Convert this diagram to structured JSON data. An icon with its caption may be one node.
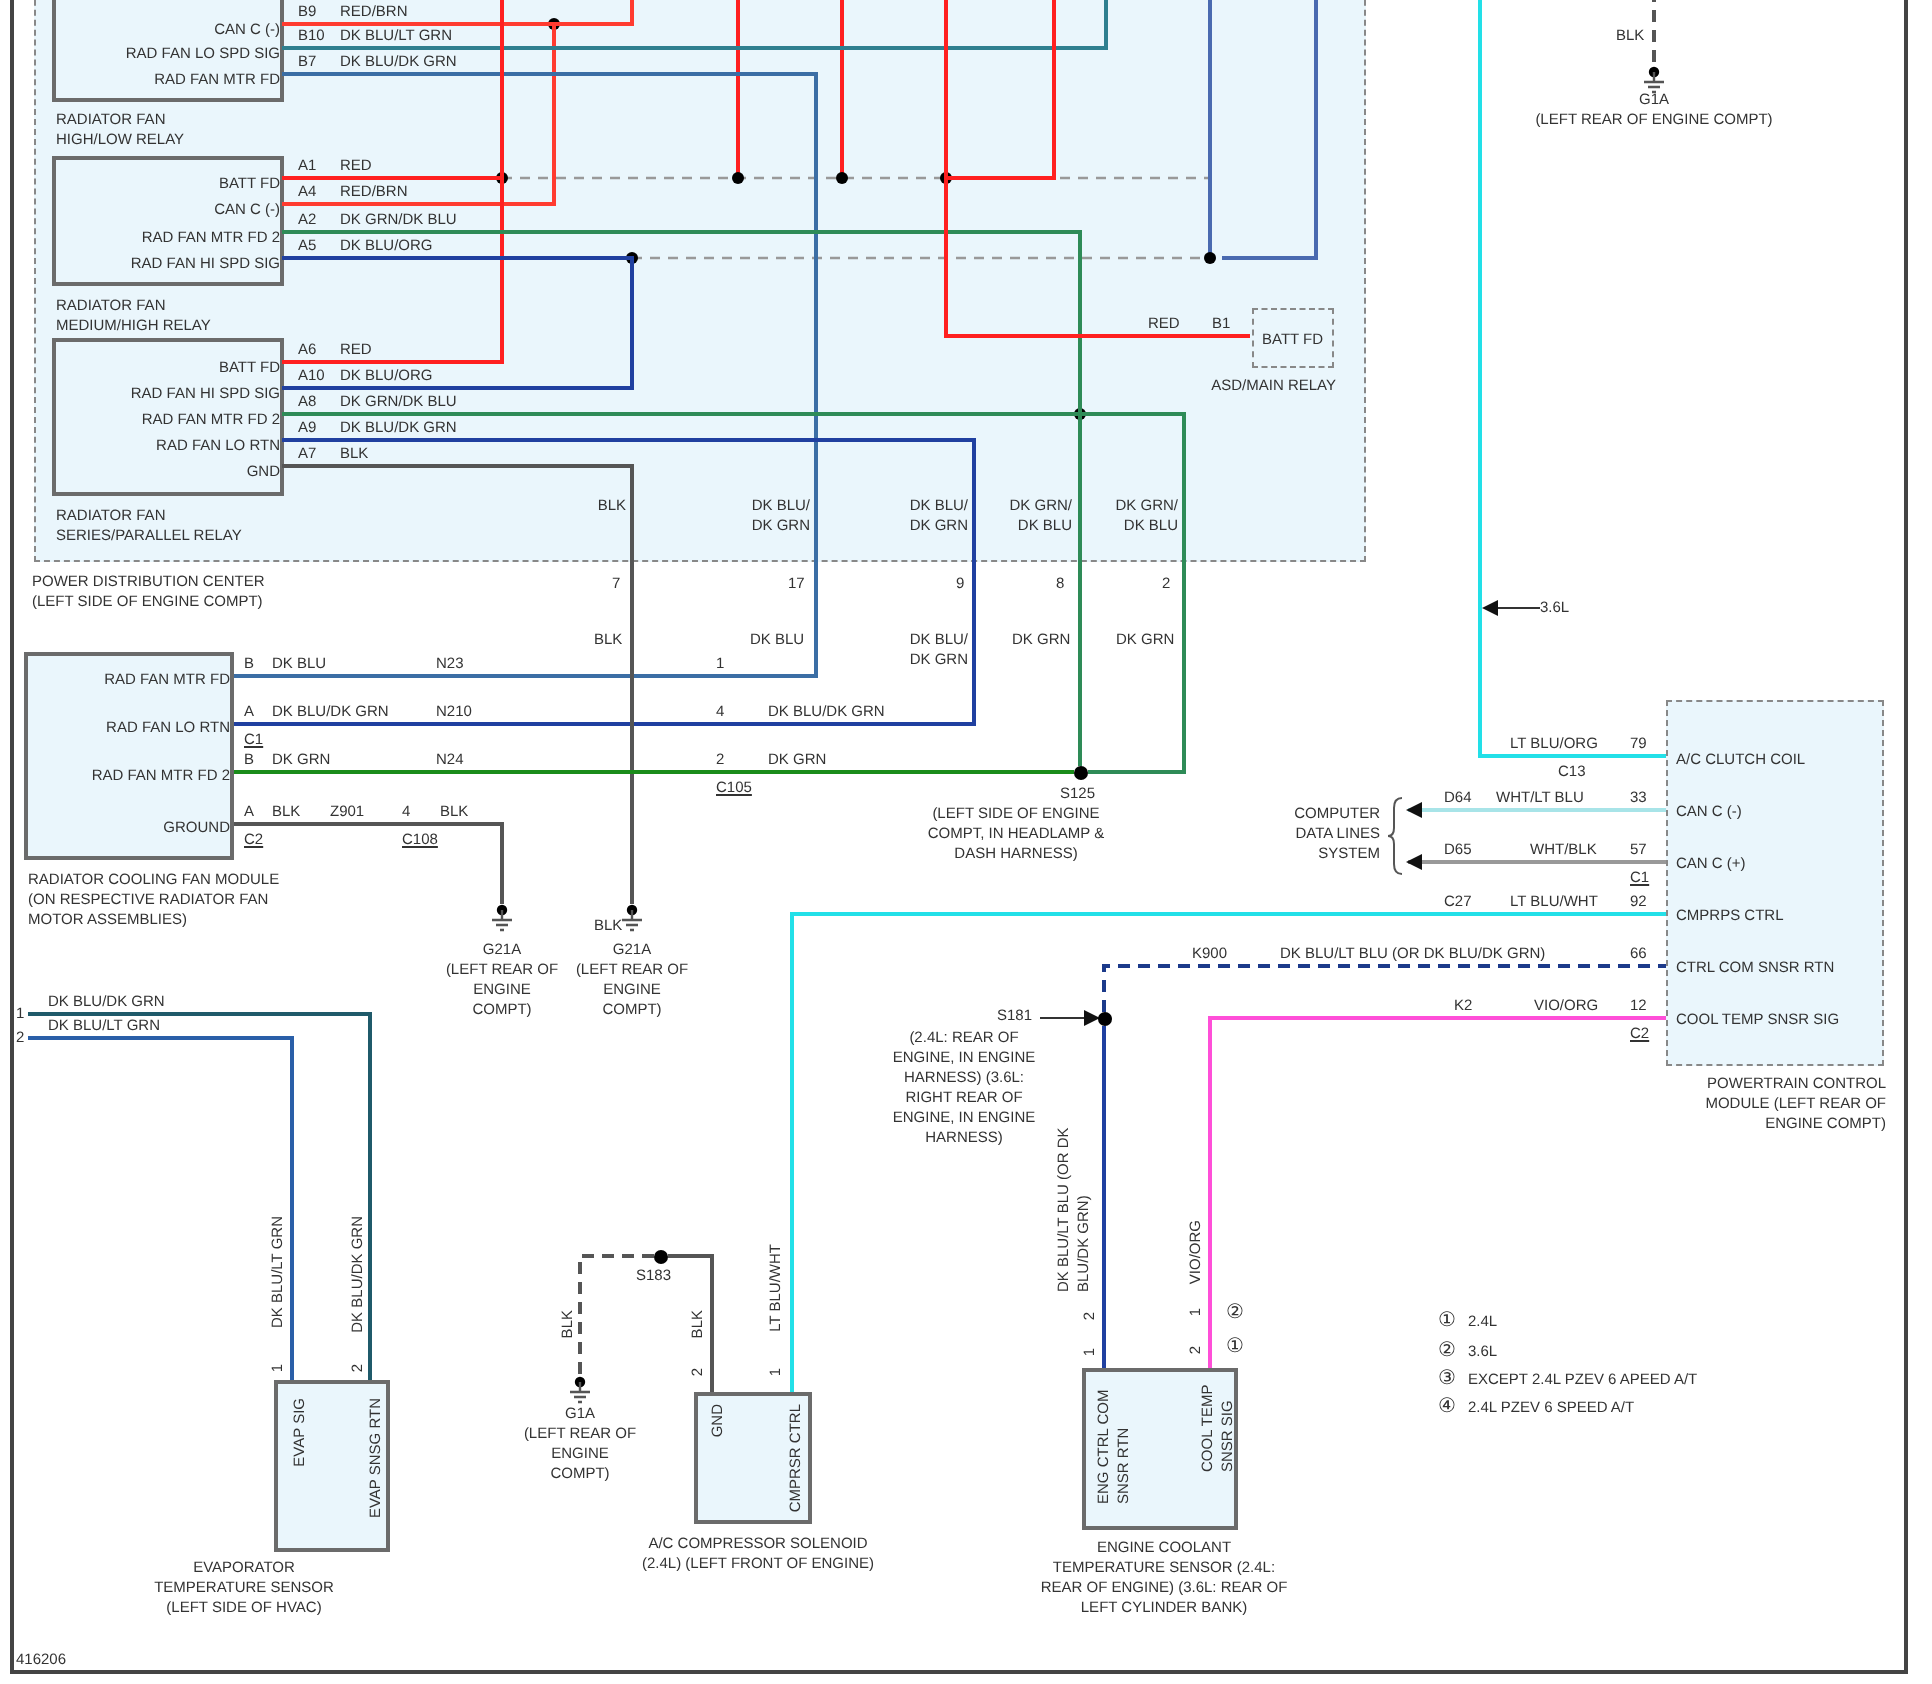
{
  "diagram": {
    "nodes": [
      {
        "text": [
          "POWER DISTRIBUTION CENTER (LEFT SIDE OF ENGINE COMPT)"
        ]
      },
      {
        "text": [
          "CAN C (-)",
          "RAD FAN LO SPD SIG",
          "RAD FAN MTR FD",
          "RADIATOR FAN HIGH/LOW RELAY"
        ],
        "in": 0
      },
      {
        "text": [
          "BATT FD",
          "CAN C (-)",
          "RAD FAN MTR FD 2",
          "RAD FAN HI SPD SIG",
          "RADIATOR FAN MEDIUM/HIGH RELAY"
        ],
        "in": 0
      },
      {
        "text": [
          "BATT FD",
          "RAD FAN HI SPD SIG",
          "RAD FAN MTR FD 2",
          "RAD FAN LO RTN",
          "GND",
          "RADIATOR FAN SERIES/PARALLEL RELAY"
        ],
        "in": 0
      },
      {
        "text": [
          "BATT FD",
          "ASD/MAIN RELAY"
        ],
        "in": 0
      },
      {
        "text": [
          "RAD FAN MTR FD",
          "RAD FAN LO RTN",
          "RAD FAN MTR FD 2",
          "GROUND",
          "RADIATOR COOLING FAN MODULE (ON RESPECTIVE RADIATOR FAN MOTOR ASSEMBLIES)"
        ]
      },
      {
        "text": [],
        "shape": "circle",
        "beside": [
          "S125",
          "(LEFT SIDE OF ENGINE COMPT, IN HEADLAMP & DASH HARNESS)"
        ]
      },
      {
        "text": [],
        "shape": "ground",
        "beside": [
          "G21A",
          "(LEFT REAR OF ENGINE COMPT)"
        ]
      },
      {
        "text": [],
        "shape": "ground",
        "beside": [
          "G21A",
          "(LEFT REAR OF ENGINE COMPT)"
        ]
      },
      {
        "text": [],
        "shape": "ground",
        "beside": [
          "G1A",
          "(LEFT REAR OF ENGINE COMPT)"
        ]
      },
      {
        "text": [
          "A/C CLUTCH COIL",
          "CAN C (-)",
          "CAN C (+)",
          "CMPRPS CTRL",
          "CTRL COM SNSR RTN",
          "COOL TEMP SNSR SIG",
          "POWERTRAIN CONTROL MODULE (LEFT REAR OF ENGINE COMPT)"
        ]
      },
      {
        "text": [
          "COMPUTER DATA LINES SYSTEM"
        ]
      },
      {
        "text": [],
        "shape": "circle"
      },
      {
        "text": [
          "S181",
          "(2.4L: REAR OF ENGINE, IN ENGINE HARNESS) (3.6L: RIGHT REAR OF ENGINE, IN ENGINE HARNESS)"
        ]
      },
      {
        "text": [],
        "shape": "circle",
        "beside": [
          "S183"
        ]
      },
      {
        "text": [],
        "shape": "ground",
        "beside": [
          "G1A",
          "(LEFT REAR OF ENGINE COMPT)"
        ]
      },
      {
        "text": [
          "EVAP SIG",
          "EVAP SNSG RTN",
          "EVAPORATOR TEMPERATURE SENSOR (LEFT SIDE OF HVAC)"
        ]
      },
      {
        "text": [
          "GND",
          "CMPRSR CTRL",
          "A/C COMPRESSOR SOLENOID (2.4L) (LEFT FRONT OF ENGINE)"
        ]
      },
      {
        "text": [
          "ENG CTRL COM SNSR RTN",
          "COOL TEMP SNSR SIG",
          "ENGINE COOLANT TEMPERATURE SENSOR (2.4L: REAR OF ENGINE) (3.6L: REAR OF LEFT CYLINDER BANK)"
        ]
      },
      {
        "text": [
          "3.6L"
        ]
      },
      {
        "text": [
          "1"
        ]
      },
      {
        "text": [
          "2"
        ]
      }
    ],
    "edges": [
      {
        "from": 1,
        "to": 2,
        "label": "RED/BRN",
        "arrow": "none",
        "color": "#ff3b30"
      },
      {
        "from": 1,
        "to": null,
        "arrow": "none",
        "color": "#ff3b30"
      },
      {
        "from": 1,
        "to": null,
        "label": "DK BLU/LT GRN",
        "arrow": "none",
        "color": "#2f7f8f"
      },
      {
        "from": 1,
        "to": 5,
        "label": "DK BLU/DK GRN",
        "arrow": "none",
        "color": "#3b6ea5"
      },
      {
        "from": null,
        "to": 2,
        "label": "RED",
        "arrow": "none",
        "color": "#ff2020"
      },
      {
        "from": null,
        "to": 3,
        "label": "RED",
        "arrow": "none",
        "color": "#ff2020"
      },
      {
        "from": 2,
        "to": 6,
        "label": "DK GRN/DK BLU",
        "arrow": "none",
        "color": "#2e8b57"
      },
      {
        "from": 2,
        "to": 3,
        "label": "DK BLU/ORG",
        "arrow": "none",
        "color": "#2040a0"
      },
      {
        "from": 3,
        "to": 6,
        "label": "DK GRN/DK BLU",
        "arrow": "none",
        "color": "#2e8b57"
      },
      {
        "from": 3,
        "to": 5,
        "label": "DK BLU/DK GRN",
        "arrow": "none",
        "color": "#2040a0"
      },
      {
        "from": 3,
        "to": 8,
        "label": "BLK",
        "arrow": "none",
        "color": "#555555"
      },
      {
        "from": null,
        "to": 4,
        "label": "RED",
        "arrow": "none",
        "color": "#ff2020"
      },
      {
        "from": 5,
        "to": 6,
        "label": "DK GRN",
        "arrow": "none",
        "color": "#1a8c1a"
      },
      {
        "from": 5,
        "to": 7,
        "label": "BLK",
        "arrow": "none",
        "color": "#555555"
      },
      {
        "from": null,
        "to": 10,
        "label": "LT BLU/ORG",
        "arrow": "none",
        "color": "#22e0e8"
      },
      {
        "from": 10,
        "to": 11,
        "label": "WHT/LT BLU",
        "arrow": "to",
        "color": "#a8e4e8"
      },
      {
        "from": 10,
        "to": 11,
        "label": "WHT/BLK",
        "arrow": "to",
        "color": "#999999"
      },
      {
        "from": 17,
        "to": 10,
        "label": "LT BLU/WHT",
        "arrow": "none",
        "color": "#22e0e8"
      },
      {
        "from": 12,
        "to": 10,
        "label": "DK BLU/LT BLU (OR DK BLU/DK GRN)",
        "arrow": "none",
        "style": "dashed",
        "color": "#1c3a8a"
      },
      {
        "from": 18,
        "to": 12,
        "label": "DK BLU/LT BLU (OR DK BLU/DK GRN)",
        "arrow": "none",
        "color": "#2040a0"
      },
      {
        "from": 18,
        "to": 10,
        "label": "VIO/ORG",
        "arrow": "none",
        "color": "#ff4fd8"
      },
      {
        "from": 13,
        "to": 12,
        "arrow": "to"
      },
      {
        "from": 19,
        "to": null,
        "arrow": "to"
      },
      {
        "from": 20,
        "to": 16,
        "label": "DK BLU/DK GRN",
        "arrow": "none",
        "color": "#1f5a6a"
      },
      {
        "from": 21,
        "to": 16,
        "label": "DK BLU/LT GRN",
        "arrow": "none",
        "color": "#2a5fa8"
      },
      {
        "from": 14,
        "to": 17,
        "label": "BLK",
        "arrow": "none",
        "color": "#555555"
      },
      {
        "from": 14,
        "to": 15,
        "label": "BLK",
        "arrow": "none",
        "style": "dashed",
        "color": "#555555"
      },
      {
        "from": null,
        "to": 9,
        "label": "BLK",
        "arrow": "none",
        "style": "dashed",
        "color": "#555555"
      },
      {
        "from": null,
        "to": 4,
        "arrow": "none",
        "color": "#ff2020"
      }
    ],
    "labels": [
      "B9",
      "B10",
      "B7",
      "A1",
      "A4",
      "RED/BRN",
      "A2",
      "A5",
      "A6",
      "A10",
      "DK BLU/ORG",
      "A8",
      "A9",
      "A7",
      "BLK",
      "DK BLU/ DK GRN",
      "DK BLU/ DK GRN",
      "DK GRN/ DK BLU",
      "DK GRN/ DK BLU",
      "B1",
      "7",
      "17",
      "9",
      "8",
      "2",
      "BLK",
      "DK BLU",
      "DK BLU/ DK GRN",
      "DK GRN",
      "DK GRN",
      "B",
      "DK BLU",
      "N23",
      "1",
      "A",
      "DK BLU/DK GRN",
      "N210",
      "4",
      "DK BLU/DK GRN",
      "C1",
      "B",
      "N24",
      "2",
      "DK GRN",
      "C105",
      "A",
      "Z901",
      "4",
      "BLK",
      "C2",
      "C108",
      "BLK",
      "79",
      "C13",
      "D64",
      "33",
      "D65",
      "57",
      "C1",
      "C27",
      "92",
      "K900",
      "66",
      "K2",
      "12",
      "C2",
      "DK BLU/LT GRN",
      "DK BLU/DK GRN",
      "1",
      "2",
      "LT BLU/WHT",
      "2",
      "1",
      "VIO/ORG",
      "2",
      "1",
      "1",
      "2",
      "②",
      "①",
      "①",
      "2.4L",
      "②",
      "3.6L",
      "③",
      "EXCEPT 2.4L PZEV 6 APEED A/T",
      "④",
      "2.4L PZEV 6 SPEED A/T",
      "416206"
    ]
  }
}
